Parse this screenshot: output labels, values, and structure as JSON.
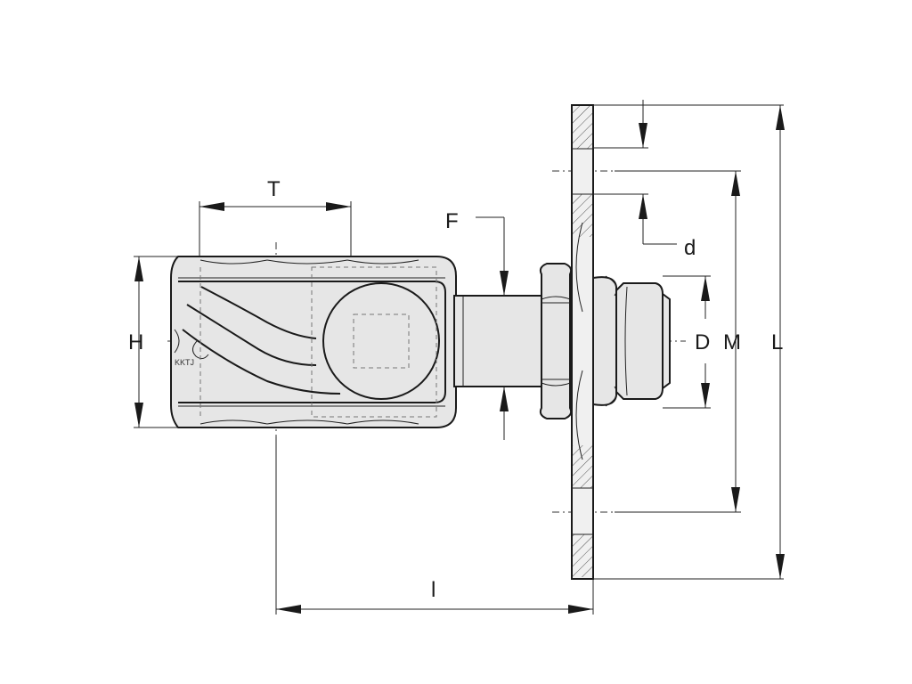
{
  "diagram": {
    "dimension_labels": {
      "T": "T",
      "F": "F",
      "d": "d",
      "H": "H",
      "D": "D",
      "M": "M",
      "L": "L",
      "l": "l"
    },
    "colors": {
      "line": "#1a1a1a",
      "part_fill": "#e6e6e6",
      "part_fill_light": "#f0f0f0",
      "hatch": "#555555",
      "background": "#ffffff"
    }
  }
}
